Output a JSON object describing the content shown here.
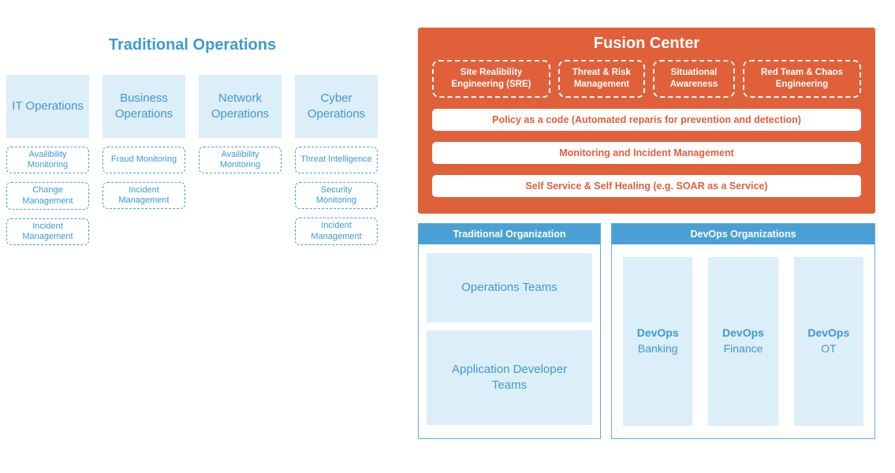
{
  "colors": {
    "blue_text": "#3D9AD1",
    "light_blue_fill": "#DCEEF8",
    "header_blue": "#4AA0D5",
    "orange": "#E0603A"
  },
  "traditional_ops": {
    "title": "Traditional Operations",
    "columns": [
      {
        "label": "IT Operations",
        "items": [
          "Availibility Monitoring",
          "Change Management",
          "Incident Management"
        ]
      },
      {
        "label": "Business Operations",
        "items": [
          "Fraud Monitoring",
          "Incident Management"
        ]
      },
      {
        "label": "Network Operations",
        "items": [
          "Availibility Monitoring"
        ]
      },
      {
        "label": "Cyber Operations",
        "items": [
          "Threat Intelligence",
          "Security Monitoring",
          "Incident Management"
        ]
      }
    ]
  },
  "fusion_center": {
    "title": "Fusion Center",
    "capabilities": [
      "Site Realibility Engineering (SRE)",
      "Threat & Risk Management",
      "Situational Awareness",
      "Red Team & Chaos Engineering"
    ],
    "services": [
      "Policy as a code (Automated reparis for prevention and detection)",
      "Monitoring and Incident Management",
      "Self Service & Self Healing (e.g. SOAR as a Service)"
    ]
  },
  "traditional_org": {
    "title": "Traditional Organization",
    "teams": [
      "Operations Teams",
      "Application Developer Teams"
    ]
  },
  "devops_org": {
    "title": "DevOps Organizations",
    "teams": [
      {
        "name": "DevOps",
        "label": "Banking"
      },
      {
        "name": "DevOps",
        "label": "Finance"
      },
      {
        "name": "DevOps",
        "label": "OT"
      }
    ]
  }
}
